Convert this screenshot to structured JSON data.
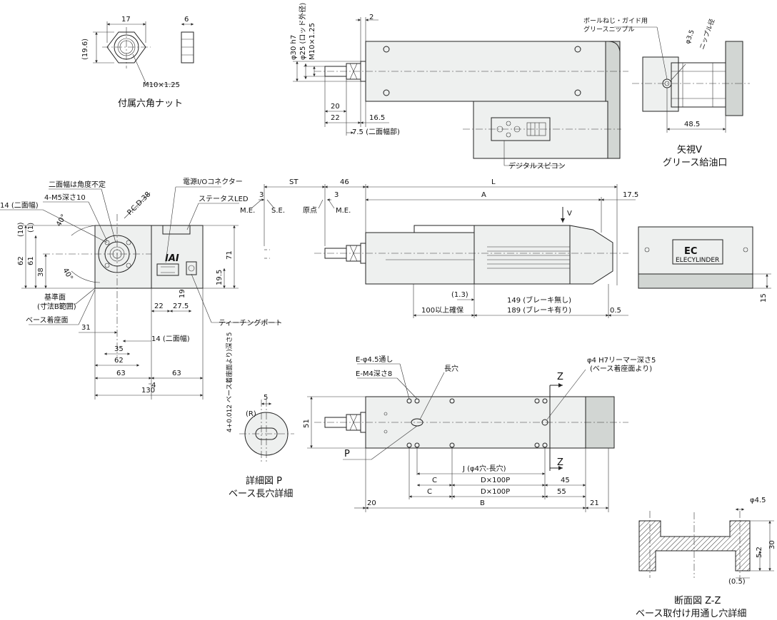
{
  "nut": {
    "w17": "17",
    "w6": "6",
    "h196": "(19.6)",
    "thread": "M10×1.25",
    "caption": "付属六角ナット"
  },
  "top": {
    "d2": "2",
    "phi30": "φ30 h7",
    "phi25": "φ25 (ロッド外径)",
    "m10": "M10×1.25",
    "d20": "20",
    "d22": "22",
    "d165": "16.5",
    "d75": "7.5 (二面幅部)",
    "grease": "ボールねじ・ガイド用",
    "grease2": "グリースニップル",
    "phi35": "φ3.5",
    "nipple": "ニップル径",
    "d485": "48.5",
    "viewv": "矢視V",
    "viewv2": "グリース給油口",
    "dipsw": "デジタルスピコン"
  },
  "front": {
    "twoface": "二面幅は角度不定",
    "d14": "14 (二面幅)",
    "m5": "4-M5深さ10",
    "pcd": "P.C.D.38",
    "d10": "(10)",
    "d1": "(1)",
    "d62": "62",
    "d61": "61",
    "d38": "38",
    "a40": "40°",
    "a40b": "40°",
    "ref": "基準面",
    "ref2": "(寸法B範囲)",
    "base": "ベース着座面",
    "d31": "31",
    "d35": "35",
    "d62b": "62",
    "d63": "63",
    "d63b": "63",
    "d4": "4",
    "d130": "130",
    "d14b": "14 (二面幅)",
    "power": "電源I/Oコネクター",
    "status": "ステータスLED",
    "teach": "ティーチングポート",
    "d22": "22",
    "d275": "27.5",
    "d19": "19",
    "d195": "19.5",
    "d71": "71",
    "logo": "IAI"
  },
  "side": {
    "st": "ST",
    "d46": "46",
    "l": "L",
    "a": "A",
    "d175": "17.5",
    "me": "M.E.",
    "se": "S.E.",
    "origin": "原点",
    "me2": "M.E.",
    "d3": "3",
    "d3b": "3",
    "v": "V",
    "d13": "(1.3)",
    "d100": "100以上確保",
    "d149": "149 (ブレーキ無し)",
    "d189": "189 (ブレーキ有り)",
    "d05": "0.5",
    "d15": "15",
    "brand": "ELECYLINDER",
    "ec": "EC"
  },
  "bottom": {
    "ehole": "E-φ4.5通し",
    "em4": "E-M4深さ8",
    "slot": "長穴",
    "pin": "φ4 H7リーマー深さ5",
    "pin2": "(ベース着座面より)",
    "z": "Z",
    "z2": "Z",
    "d51": "51",
    "p": "P",
    "j": "J (φ4穴-長穴)",
    "c": "C",
    "dx": "D×100P",
    "d45": "45",
    "c2": "C",
    "dx2": "D×100P",
    "d55": "55",
    "d20": "20",
    "b": "B",
    "d21": "21"
  },
  "detail": {
    "depth": "4+0.012 ベース着座面より)深さ5",
    "d5": "5",
    "r": "(R)",
    "cap1": "詳細図 P",
    "cap2": "ベース長穴詳細"
  },
  "section": {
    "phi45": "φ4.5",
    "d30": "30",
    "d52": "5.2",
    "d05": "(0.5)",
    "cap1": "断面図 Z-Z",
    "cap2": "ベース取付け用通し穴詳細"
  }
}
